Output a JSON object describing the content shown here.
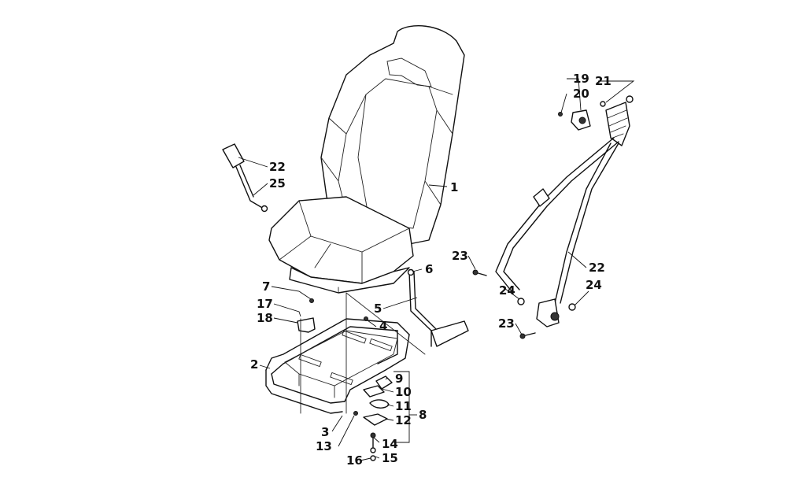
{
  "callouts": {
    "c1": "1",
    "c2": "2",
    "c3": "3",
    "c4": "4",
    "c5": "5",
    "c6": "6",
    "c7": "7",
    "c8": "8",
    "c9": "9",
    "c10": "10",
    "c11": "11",
    "c12": "12",
    "c13": "13",
    "c14": "14",
    "c15": "15",
    "c16": "16",
    "c17": "17",
    "c18": "18",
    "c19": "19",
    "c20": "20",
    "c21": "21",
    "c22a": "22",
    "c22b": "22",
    "c23a": "23",
    "c23b": "23",
    "c24a": "24",
    "c24b": "24",
    "c25": "25"
  },
  "colors": {
    "line": "#111111",
    "background": "#ffffff"
  }
}
